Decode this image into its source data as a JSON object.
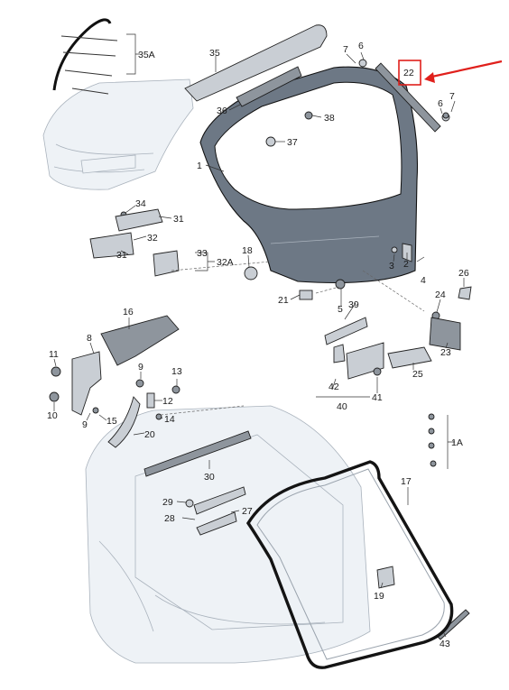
{
  "labels": {
    "l35a": "35A",
    "l35": "35",
    "l36": "36",
    "l7a": "7",
    "l6a": "6",
    "l22": "22",
    "l6b": "6",
    "l7b": "7",
    "l38": "38",
    "l37": "37",
    "l1": "1",
    "l34": "34",
    "l31a": "31",
    "l32": "32",
    "l31b": "31",
    "l33": "33",
    "l32a": "32A",
    "l18": "18",
    "l3": "3",
    "l2": "2",
    "l4": "4",
    "l26": "26",
    "l21": "21",
    "l39": "39",
    "l5": "5",
    "l24": "24",
    "l16": "16",
    "l8": "8",
    "l11": "11",
    "l23": "23",
    "l9a": "9",
    "l13": "13",
    "l25": "25",
    "l42": "42",
    "l12": "12",
    "l41": "41",
    "l10": "10",
    "l9b": "9",
    "l15": "15",
    "l14": "14",
    "l40": "40",
    "l20": "20",
    "l1a": "1A",
    "l17": "17",
    "l30": "30",
    "l29": "29",
    "l27": "27",
    "l28": "28",
    "l19": "19",
    "l43": "43"
  },
  "highlight": {
    "part": "22",
    "color": "#e0201c"
  }
}
